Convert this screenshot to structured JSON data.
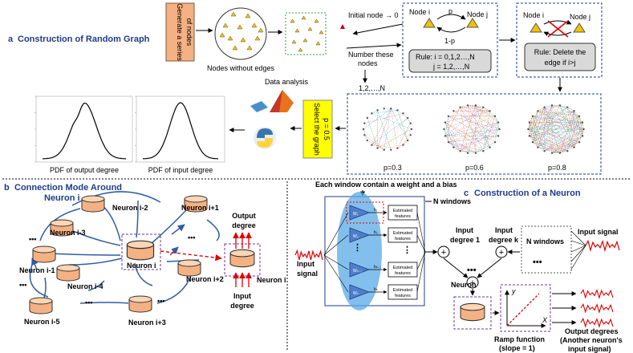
{
  "panel_a": {
    "letter": "a",
    "title": "Construction of Random Graph",
    "generate_box": [
      "Generate a series",
      "of nodes"
    ],
    "nodes_without_edges": "Nodes without edges",
    "initial_node": "Initial node → 0",
    "number_nodes": [
      "Number these",
      "nodes"
    ],
    "numbering": "1,2,…,N",
    "node_i": "Node i",
    "node_j": "Node j",
    "p": "p",
    "one_minus_p": "1-p",
    "rule1": [
      "Rule: i = 0,1,2…,N",
      "j = 1,2,…,N"
    ],
    "rule2": [
      "Rule: Delete the",
      "edge if i>j"
    ],
    "data_analysis": "Data analysis",
    "select_graph": [
      "Select the graph",
      "p = 0.5"
    ],
    "graphs": [
      "p=0.3",
      "p=0.6",
      "p=0.8"
    ],
    "pdf_output": "PDF of output degree",
    "pdf_input": "PDF of input degree"
  },
  "panel_b": {
    "letter": "b",
    "title": "Connection Mode Around",
    "subtitle": "Neuron i",
    "neurons": [
      "Neuron i-2",
      "Neuron i+1",
      "Neuron i-3",
      "Neuron i",
      "Neuron i-1",
      "Neuron i+2",
      "Neuron i-4",
      "Neuron i-5",
      "Neuron i+3"
    ],
    "dots": "•••",
    "output_degree": [
      "Output",
      "degree"
    ],
    "input_degree": [
      "Input",
      "degree"
    ],
    "neuron_i_right": "Neuron i"
  },
  "panel_c": {
    "letter": "c",
    "title": "Construction of a Neuron",
    "window_caption": "Each window contain a weight and a bias",
    "n_windows": "N windows",
    "n_windows2": "N windows",
    "input_signal_left": [
      "Input",
      "signal"
    ],
    "input_signal_right": "Input signal",
    "estimated": [
      "Estimated",
      "features"
    ],
    "input_degree_1": [
      "Input",
      "degree 1"
    ],
    "input_degree_k": [
      "Input",
      "degree k"
    ],
    "neuron": "Neuron",
    "ramp": [
      "Ramp function",
      "(slope = 1)"
    ],
    "axis_y": "y",
    "axis_x": "X",
    "outputs": [
      "Output degrees",
      "(Another neuron's",
      "input signal)"
    ],
    "w_labels": [
      "W₁",
      "W₂",
      "Wₙ₋₁",
      "Wₙ"
    ],
    "b_labels": [
      "b₁",
      "b₂",
      "bₙ₋₁",
      "bₙ"
    ]
  },
  "colors": {
    "header": "#1f3c88",
    "generate_fill": "#f4b183",
    "select_fill": "#ffff00",
    "neuron_body": "#f4b183",
    "ellipse": "#5aa9e6",
    "wire": "#2e5fa5",
    "red": "#e00000"
  }
}
